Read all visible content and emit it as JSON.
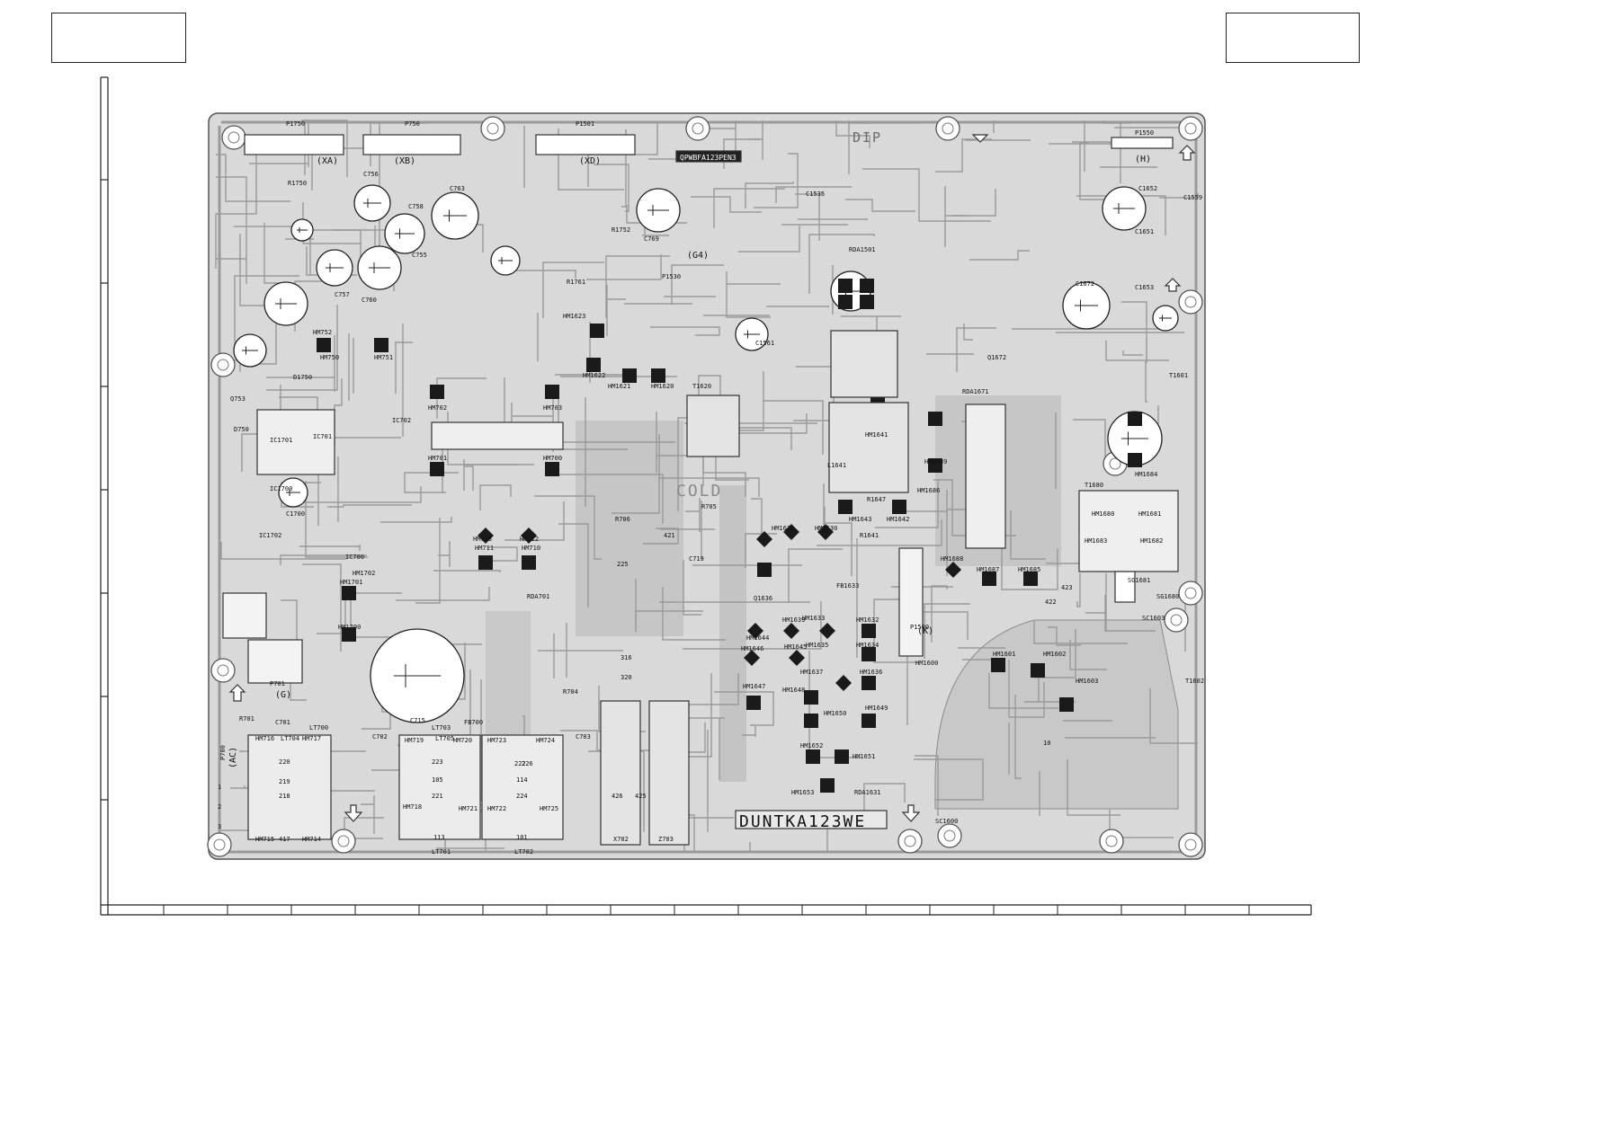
{
  "colors": {
    "board": "#d9d9d9",
    "trace": "#bfbfbf",
    "ink": "#111111",
    "paper": "#ffffff"
  },
  "board": {
    "board_code": "QPWBFA123PEN3",
    "pcb_code": "DUNTKA123WE",
    "cold_label": "COLD",
    "dip_label": "DIP",
    "connectors": {
      "xa": "(XA)",
      "xb": "(XB)",
      "xd": "(XD)",
      "g4": "(G4)",
      "h": "(H)",
      "k": "(K)",
      "g": "(G)",
      "ac": "(AC)"
    },
    "plugs": {
      "p1750": "P1750",
      "p750": "P750",
      "p1501": "P1501",
      "p1550": "P1550",
      "p1530": "P1530",
      "p701": "P701",
      "p700": "P700"
    },
    "parts": {
      "ic1700": "IC1700",
      "ic1702": "IC1702",
      "ic1701": "IC1701",
      "ic700": "IC700",
      "ic701": "IC701",
      "ic702": "IC702",
      "c715": "C715",
      "c1561": "C1561",
      "c1652": "C1652",
      "c1672": "C1672",
      "c1651": "C1651",
      "c1653": "C1653",
      "c769": "C769",
      "c757": "C757",
      "c756": "C756",
      "c760": "C760",
      "c763": "C763",
      "c758": "C758",
      "c755": "C755",
      "c1700": "C1700",
      "c1535": "C1535",
      "c1559": "C1559",
      "t1620": "T1620",
      "t1680": "T1680",
      "t1602": "T1602",
      "t1601": "T1601",
      "rda1501": "RDA1501",
      "rda701": "RDA701",
      "rda1631": "RDA1631",
      "rda1671": "RDA1671",
      "d1750": "D1750",
      "d750": "D750",
      "q753": "Q753",
      "q1636": "Q1636",
      "q1672": "Q1672",
      "r1647": "R1647",
      "r1641": "R1641",
      "r1750": "R1750",
      "r1752": "R1752",
      "r1761": "R1761",
      "hm1680": "HM1680",
      "hm1681": "HM1681",
      "hm1682": "HM1682",
      "hm1683": "HM1683",
      "hm1687": "HM1687",
      "hm1688": "HM1688",
      "hm1685": "HM1685",
      "hm1686": "HM1686",
      "hm1689": "HM1689",
      "hm1642": "HM1642",
      "hm1643": "HM1643",
      "hm1641": "HM1641",
      "hm1684": "HM1684",
      "hm1631": "HM1631",
      "hm1630": "HM1630",
      "hm1632": "HM1632",
      "hm1634": "HM1634",
      "hm1633": "HM1633",
      "hm1635": "HM1635",
      "hm1636": "HM1636",
      "hm1637": "HM1637",
      "hm1644": "HM1644",
      "hm1645": "HM1645",
      "hm1646": "HM1646",
      "hm1647": "HM1647",
      "hm1648": "HM1648",
      "hm1649": "HM1649",
      "hm1650": "HM1650",
      "hm1651": "HM1651",
      "hm1652": "HM1652",
      "hm1653": "HM1653",
      "hm1639": "HM1639",
      "hm1600": "HM1600",
      "hm1601": "HM1601",
      "hm1602": "HM1602",
      "hm1603": "HM1603",
      "hm1620": "HM1620",
      "hm1621": "HM1621",
      "hm1622": "HM1622",
      "hm1623": "HM1623",
      "hm700": "HM700",
      "hm701": "HM701",
      "hm702": "HM702",
      "hm703": "HM703",
      "hm710": "HM710",
      "hm711": "HM711",
      "hm712": "HM712",
      "hm713": "HM713",
      "hm714": "HM714",
      "hm715": "HM715",
      "hm716": "HM716",
      "hm717": "HM717",
      "hm718": "HM718",
      "hm719": "HM719",
      "hm720": "HM720",
      "hm721": "HM721",
      "hm722": "HM722",
      "hm723": "HM723",
      "hm724": "HM724",
      "hm725": "HM725",
      "hm750": "HM750",
      "hm751": "HM751",
      "hm752": "HM752",
      "hm1700": "HM1700",
      "hm1701": "HM1701",
      "hm1702": "HM1702",
      "lt700": "LT700",
      "lt701": "LT701",
      "lt702": "LT702",
      "lt703": "LT703",
      "lt704": "LT704",
      "lt705": "LT705",
      "c702": "C702",
      "c703": "C703",
      "c701": "C701",
      "r701": "R701",
      "fb700": "FB700",
      "sc1600": "SC1600",
      "sc1603": "SC1603",
      "sg1680": "SG1680",
      "sg1681": "SG1681",
      "fb1633": "FB1633",
      "l1641": "L1641",
      "p1500": "P1500",
      "j101": "101",
      "j113": "113",
      "j114": "114",
      "j105": "105",
      "j218": "218",
      "j219": "219",
      "j220": "220",
      "j221": "221",
      "j222": "222",
      "j223": "223",
      "j224": "224",
      "j225": "225",
      "j226": "226",
      "j417": "417",
      "j421": "421",
      "j422": "422",
      "j423": "423",
      "j425": "425",
      "j426": "426",
      "j316": "316",
      "j320": "320",
      "x702": "X702",
      "z703": "Z703",
      "r704": "R704",
      "r705": "R705",
      "r706": "R706",
      "c719": "C719"
    }
  },
  "pin_labels": {
    "n1": "1",
    "n2": "2",
    "n3": "3",
    "n10": "10"
  }
}
